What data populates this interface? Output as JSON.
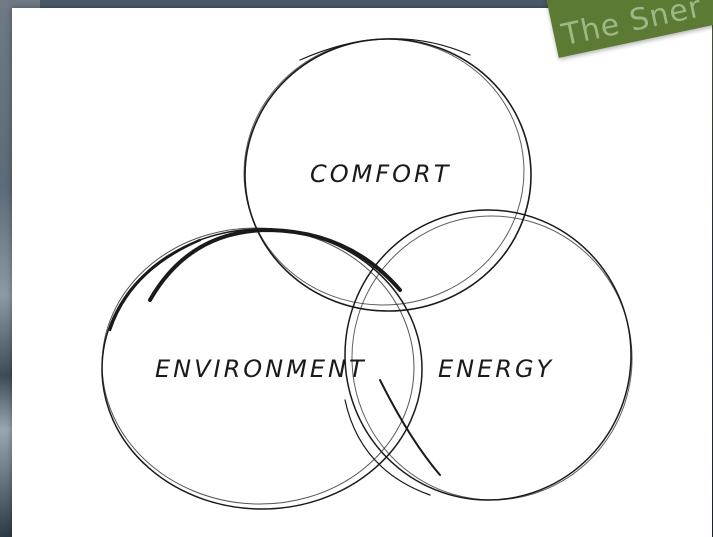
{
  "banner": {
    "text": "The Sner"
  },
  "diagram": {
    "circles": [
      {
        "label": "COMFORT"
      },
      {
        "label": "ENVIRONMENT"
      },
      {
        "label": "ENERGY"
      }
    ]
  }
}
